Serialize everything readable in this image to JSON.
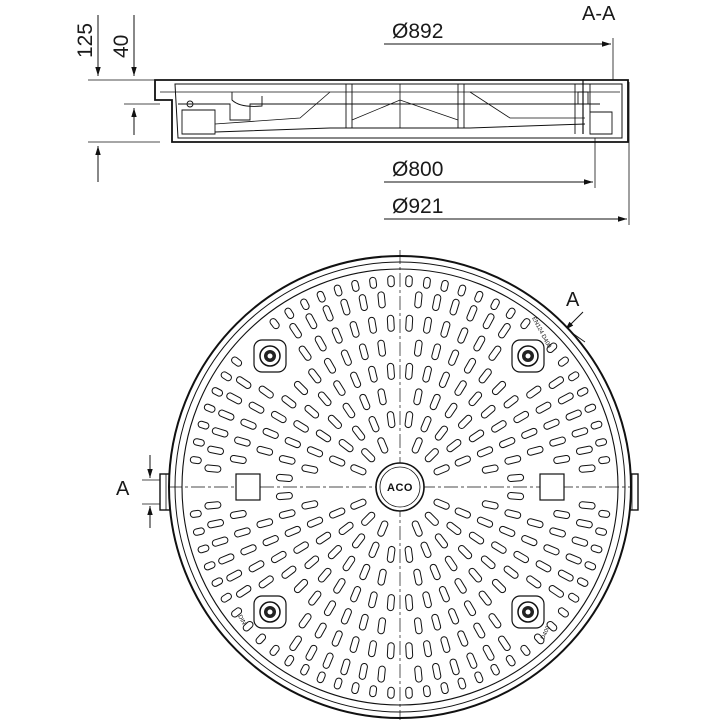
{
  "section": {
    "title": "A-A",
    "dimensions": {
      "top_diameter": "Ø892",
      "inner_diameter": "Ø800",
      "outer_diameter": "Ø921",
      "total_height": "125",
      "cover_depth": "40"
    }
  },
  "plan": {
    "section_marker_left": "A",
    "section_marker_right": "A",
    "logo_text": "ACO",
    "standard_marking": "EN124 D400",
    "class_marking": "DIN",
    "side_marking": "D400"
  },
  "colors": {
    "line": "#111111",
    "background": "#ffffff"
  }
}
